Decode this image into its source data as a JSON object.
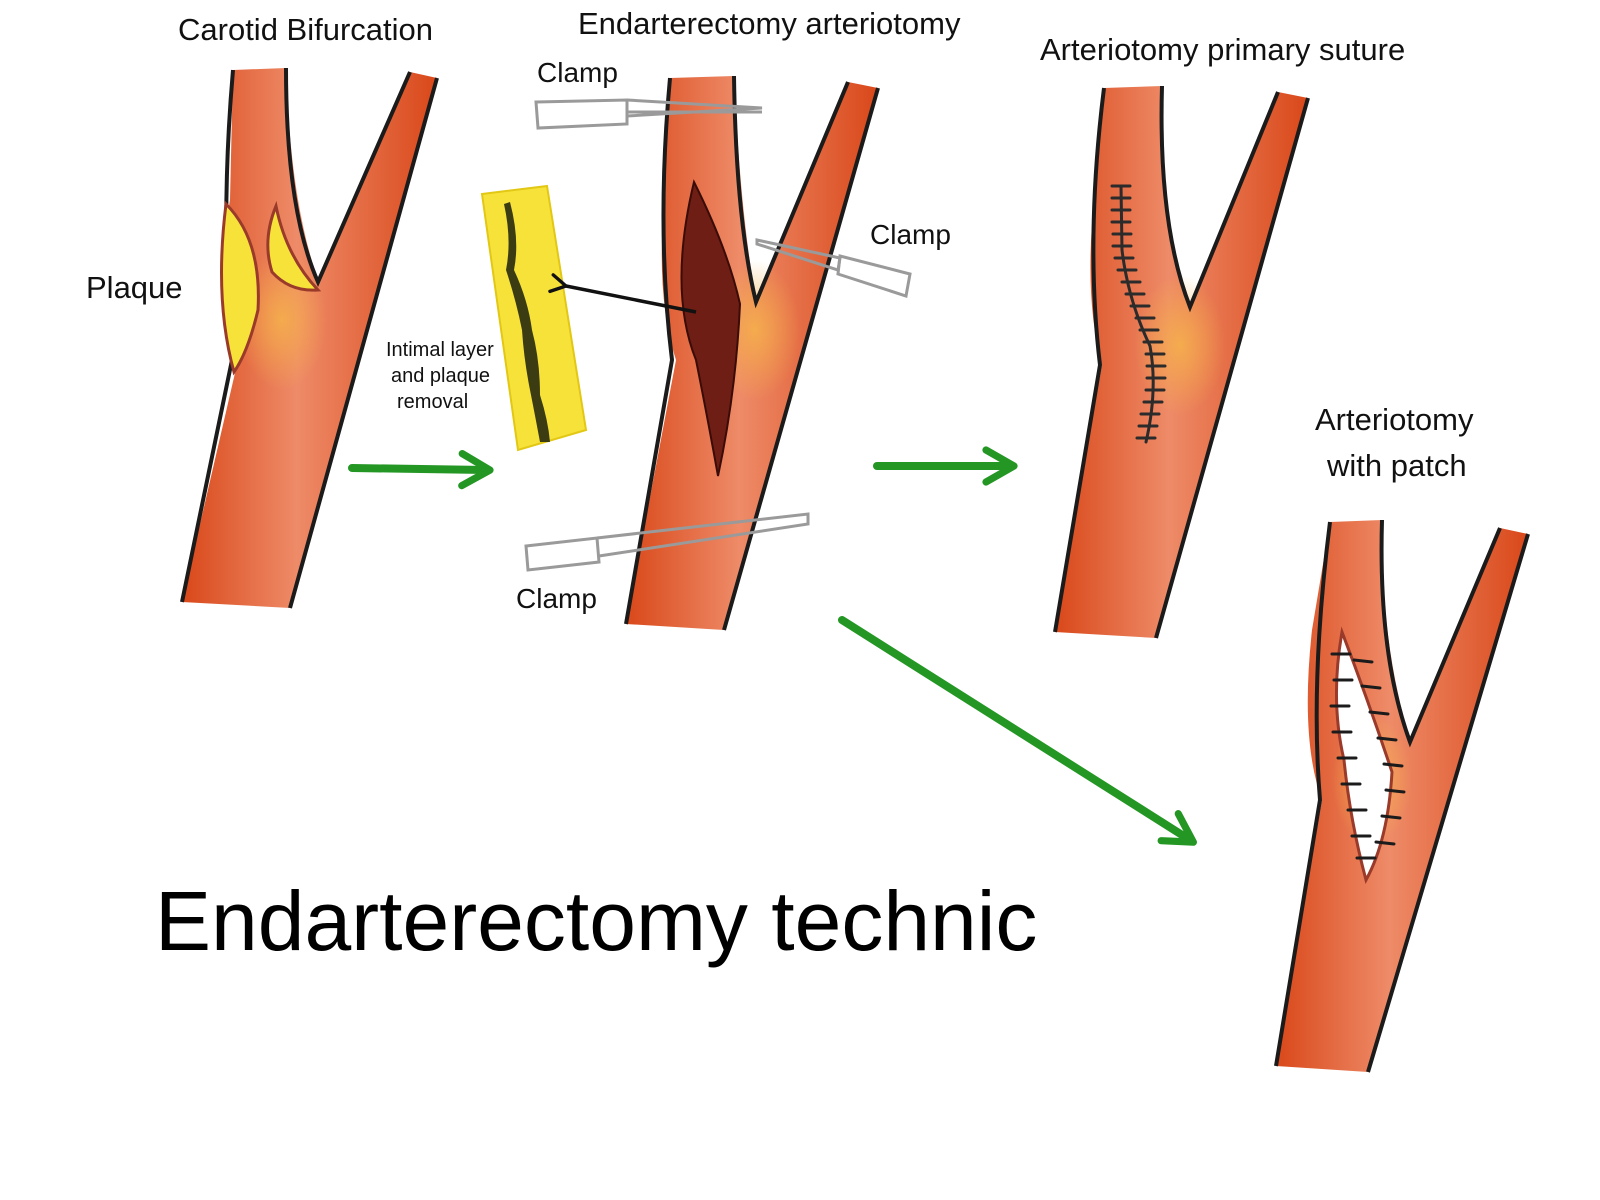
{
  "colors": {
    "vessel": "#e2541f",
    "vessel_highlight": "#ee9070",
    "vessel_outline": "#1b1b1b",
    "plaque": "#f7e23a",
    "plaque_outline": "#9a3a2a",
    "lumen_dark": "#6e1e14",
    "arrow_green": "#249624",
    "clamp_outline": "#9a9a9a"
  },
  "labels": {
    "carotid_bifurcation": "Carotid Bifurcation",
    "plaque": "Plaque",
    "intimal_removal_line1": "Intimal layer",
    "intimal_removal_line2": "and plaque",
    "intimal_removal_line3": "removal",
    "endarterectomy_arteriotomy": "Endarterectomy arteriotomy",
    "clamp_top": "Clamp",
    "clamp_right": "Clamp",
    "clamp_bottom": "Clamp",
    "primary_suture": "Arteriotomy primary suture",
    "patch_line1": "Arteriotomy",
    "patch_line2": "with patch",
    "main_title": "Endarterectomy technic"
  }
}
